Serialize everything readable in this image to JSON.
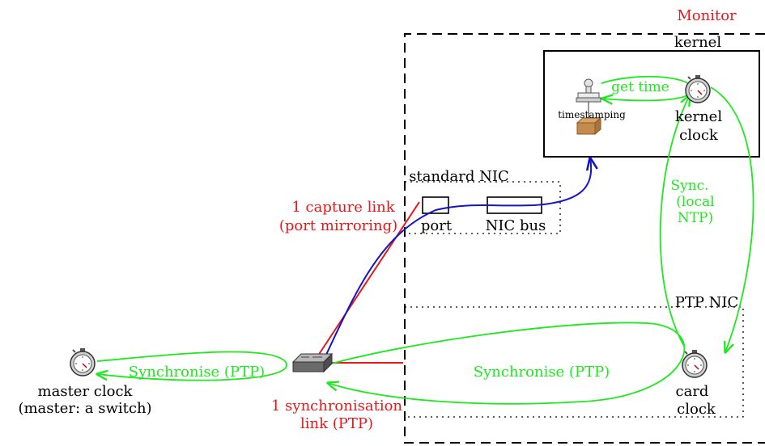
{
  "labels": {
    "monitor": "Monitor",
    "kernel": "kernel",
    "get_time": "get time",
    "timestamping": "timestamping",
    "kernel_clock_1": "kernel",
    "kernel_clock_2": "clock",
    "standard_nic": "standard NIC",
    "port": "port",
    "nic_bus": "NIC bus",
    "capture_link_1": "1 capture link",
    "capture_link_2": "(port mirroring)",
    "sync_local_1": "Sync.",
    "sync_local_2": "(local",
    "sync_local_3": "NTP)",
    "ptp_nic": "PTP NIC",
    "synchronise_left": "Synchronise (PTP)",
    "synchronise_right": "Synchronise (PTP)",
    "master_clock_1": "master clock",
    "master_clock_2": "(master: a switch)",
    "sync_link_1": "1 synchronisation",
    "sync_link_2": "link (PTP)",
    "card_clock_1": "card",
    "card_clock_2": "clock"
  },
  "colors": {
    "red": "#e8181a",
    "green": "#1ee81e",
    "blue": "#1414c8",
    "black": "#000000"
  },
  "icons": [
    "stopwatch-icon",
    "switch-icon",
    "stamp-icon",
    "package-icon"
  ]
}
